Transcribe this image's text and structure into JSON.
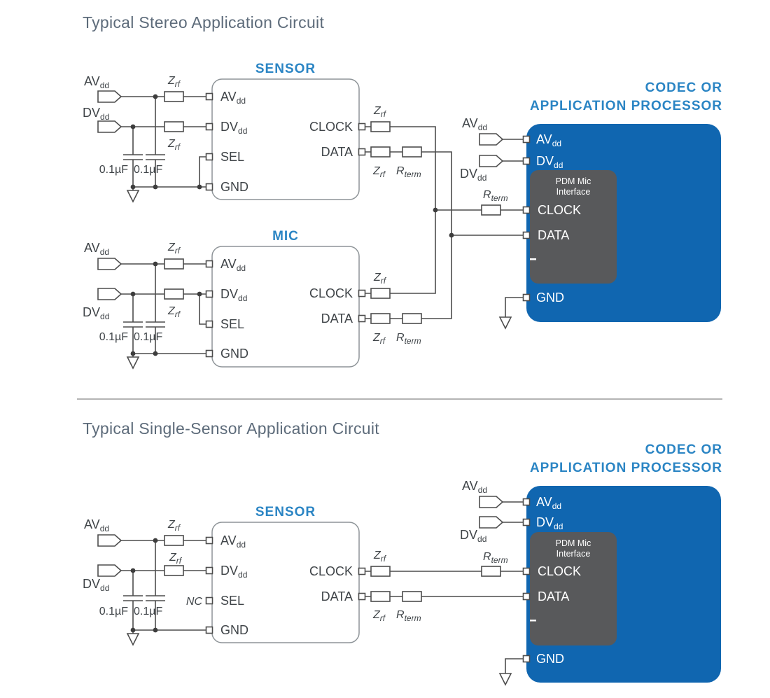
{
  "sections": {
    "stereo": {
      "title": "Typical Stereo Application Circuit"
    },
    "single_sensor": {
      "title": "Typical Single-Sensor Application Circuit"
    }
  },
  "blocks": {
    "sensor_title": "SENSOR",
    "mic_title": "MIC",
    "codec_title_line1": "CODEC OR",
    "codec_title_line2": "APPLICATION PROCESSOR",
    "pdm_interface_line1": "PDM Mic",
    "pdm_interface_line2": "Interface"
  },
  "pins": {
    "av": "AV",
    "dv": "DV",
    "dd_sub": "dd",
    "sel": "SEL",
    "gnd": "GND",
    "clock": "CLOCK",
    "data": "DATA"
  },
  "components": {
    "z": "Z",
    "rf_sub": "rf",
    "r": "R",
    "term_sub": "term",
    "cap_value": "0.1µF",
    "nc": "NC"
  },
  "colors": {
    "codec_fill": "#1066b0",
    "pdm_fill": "#58595b",
    "heading_blue": "#2b85c4",
    "title_gray": "#5d6b7a",
    "wire_gray": "#4d4d4d"
  }
}
